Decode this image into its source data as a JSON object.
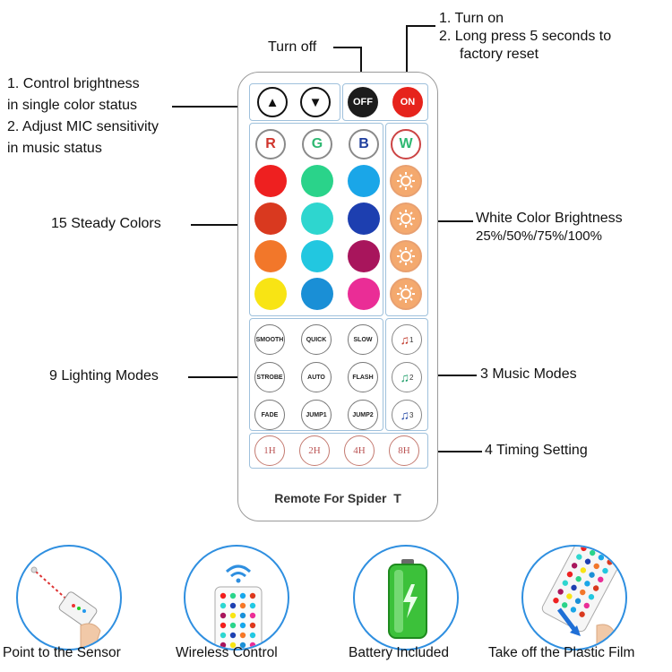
{
  "annotations": {
    "turn_off": "Turn off",
    "turn_on_1": "1. Turn on",
    "turn_on_2": "2. Long press 5 seconds to",
    "turn_on_3": "factory reset",
    "brightness_1": "1. Control brightness",
    "brightness_2": "in single color status",
    "brightness_3": "2. Adjust MIC sensitivity",
    "brightness_4": "in music status",
    "steady_colors": "15 Steady Colors",
    "white_brightness_1": "White Color Brightness",
    "white_brightness_2": "25%/50%/75%/100%",
    "lighting_modes": "9 Lighting Modes",
    "music_modes": "3 Music Modes",
    "timing": "4 Timing Setting"
  },
  "remote": {
    "off_label": "OFF",
    "on_label": "ON",
    "up_glyph": "▲",
    "down_glyph": "▼",
    "rgb": [
      "R",
      "G",
      "B",
      "W"
    ],
    "rgb_colors": [
      "#d0342c",
      "#2eb872",
      "#1f3f9e",
      "#2eb872"
    ],
    "colors": [
      "#ee2020",
      "#2ad38a",
      "#1aa6e8",
      "#d9391f",
      "#2ed6cf",
      "#1d3fb0",
      "#f2772a",
      "#22c7e0",
      "#a8155c",
      "#f8e414",
      "#1a8fd6",
      "#ea2d96"
    ],
    "modes": [
      "SMOOTH",
      "QUICK",
      "SLOW",
      "STROBE",
      "AUTO",
      "FLASH",
      "FADE",
      "JUMP1",
      "JUMP2"
    ],
    "music_labels": [
      "1",
      "2",
      "3"
    ],
    "music_colors": [
      "#c0392b",
      "#1e9e6a",
      "#2c4fa8"
    ],
    "timers": [
      "1H",
      "2H",
      "4H",
      "8H"
    ],
    "title": "Remote For Spider  T"
  },
  "features": [
    {
      "caption": "Point to the Sensor"
    },
    {
      "caption": "Wireless Control"
    },
    {
      "caption": "Battery Included"
    },
    {
      "caption": "Take off the Plastic Film"
    }
  ]
}
